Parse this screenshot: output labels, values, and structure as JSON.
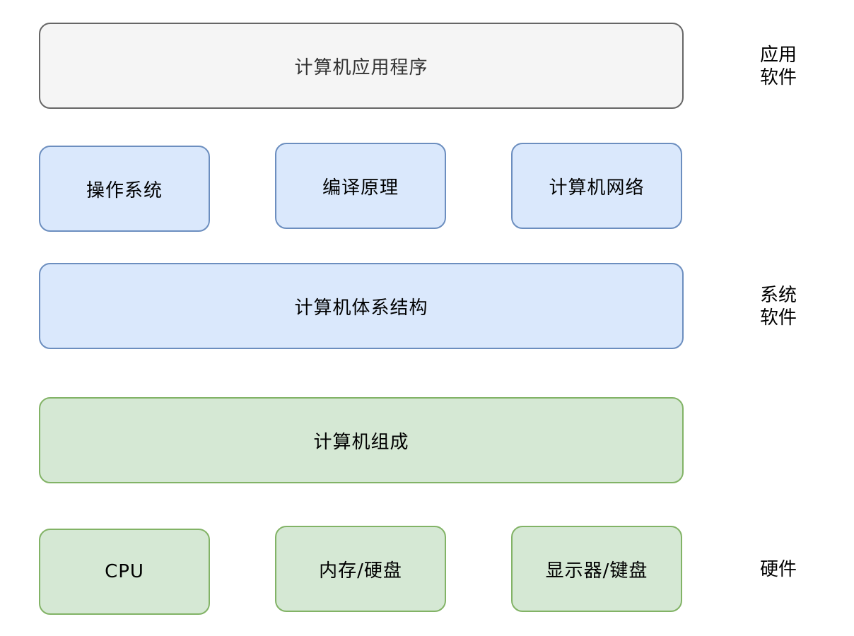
{
  "boxes": {
    "app_program": "计算机应用程序",
    "os": "操作系统",
    "compiler": "编译原理",
    "network": "计算机网络",
    "architecture": "计算机体系结构",
    "organization": "计算机组成",
    "cpu": "CPU",
    "memory_disk": "内存/硬盘",
    "display_keyboard": "显示器/键盘"
  },
  "layers": {
    "application": [
      "应用",
      "软件"
    ],
    "system": [
      "系统",
      "软件"
    ],
    "hardware": [
      "硬件"
    ]
  },
  "colors": {
    "app_fill": "#f5f5f5",
    "app_stroke": "#666666",
    "system_fill": "#dae8fc",
    "system_stroke": "#6c8ebf",
    "hardware_fill": "#d5e8d4",
    "hardware_stroke": "#82b366"
  }
}
